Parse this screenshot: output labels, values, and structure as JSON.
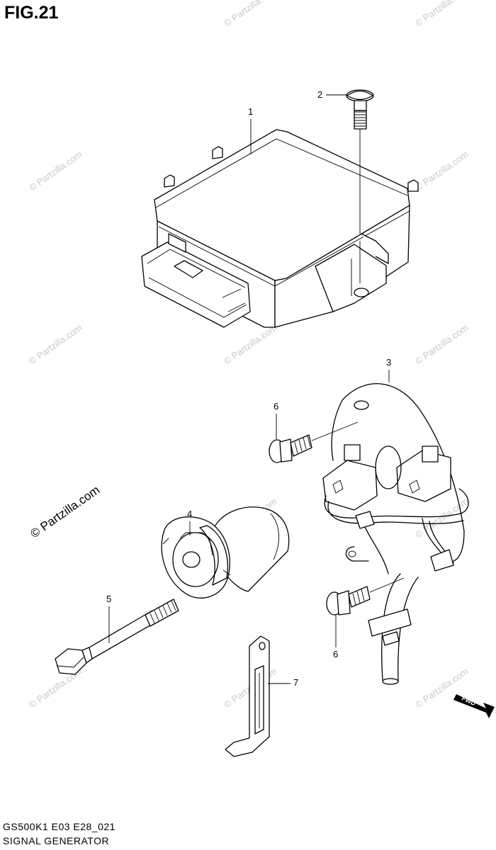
{
  "figure": {
    "title": "FIG.21"
  },
  "footer": {
    "code": "GS500K1 E03 E28_021",
    "name": "SIGNAL GENERATOR"
  },
  "watermark": {
    "text": "© Partzilla.com",
    "featured_text": "© Partzilla.com"
  },
  "callouts": {
    "c1": "1",
    "c2": "2",
    "c3": "3",
    "c4": "4",
    "c5": "5",
    "c6a": "6",
    "c6b": "6",
    "c7": "7"
  },
  "fwd_arrow": {
    "label": "FWD"
  },
  "colors": {
    "ink": "#000000",
    "watermark": "#c8c8c8",
    "background": "#ffffff"
  }
}
